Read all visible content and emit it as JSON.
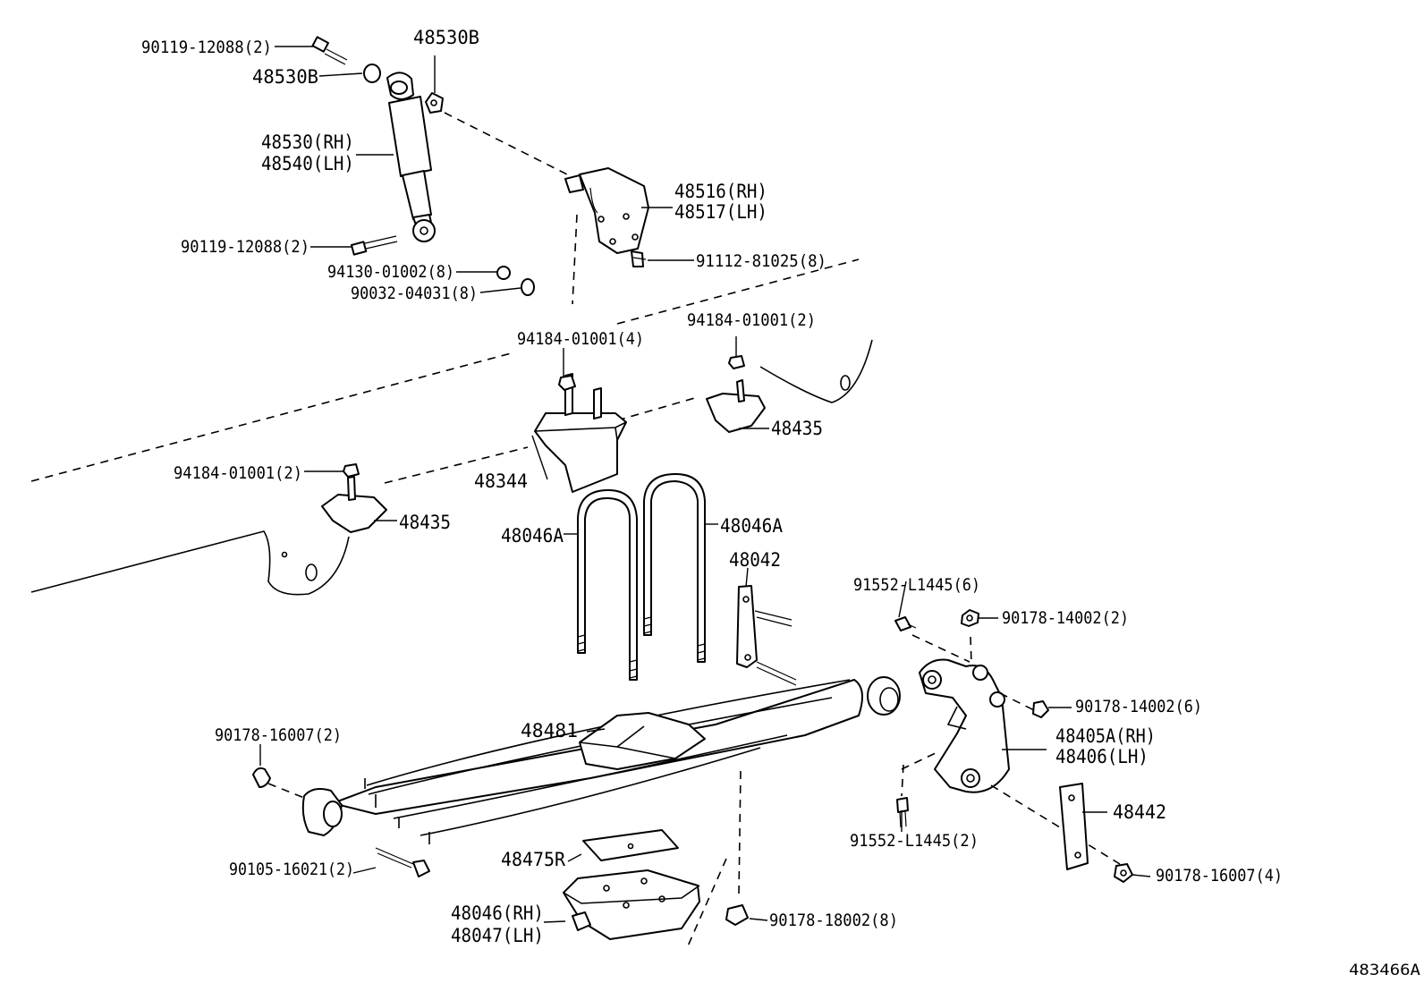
{
  "labels": {
    "p_90119_12088_top": "90119-12088(2)",
    "p_48530b_left": "48530B",
    "p_48530b_top": "48530B",
    "p_48530_rh": "48530(RH)",
    "p_48540_lh": "48540(LH)",
    "p_90119_12088_bot": "90119-12088(2)",
    "p_94130_01002": "94130-01002(8)",
    "p_90032_04031": "90032-04031(8)",
    "p_48516_rh": "48516(RH)",
    "p_48517_lh": "48517(LH)",
    "p_91112_81025": "91112-81025(8)",
    "p_94184_01001_4": "94184-01001(4)",
    "p_94184_01001_2_right": "94184-01001(2)",
    "p_48435_right": "48435",
    "p_94184_01001_2_left": "94184-01001(2)",
    "p_48344": "48344",
    "p_48435_left": "48435",
    "p_48046a_left": "48046A",
    "p_48046a_right": "48046A",
    "p_48042": "48042",
    "p_91552_l1445_6": "91552-L1445(6)",
    "p_90178_14002_2": "90178-14002(2)",
    "p_90178_14002_6": "90178-14002(6)",
    "p_48481": "48481",
    "p_48405a_rh": "48405A(RH)",
    "p_48406_lh": "48406(LH)",
    "p_90178_16007_2": "90178-16007(2)",
    "p_48442": "48442",
    "p_91552_l1445_2": "91552-L1445(2)",
    "p_90105_16021": "90105-16021(2)",
    "p_48475r": "48475R",
    "p_90178_16007_4": "90178-16007(4)",
    "p_48046_rh": "48046(RH)",
    "p_48047_lh": "48047(LH)",
    "p_90178_18002": "90178-18002(8)"
  },
  "reference_code": "483466A"
}
